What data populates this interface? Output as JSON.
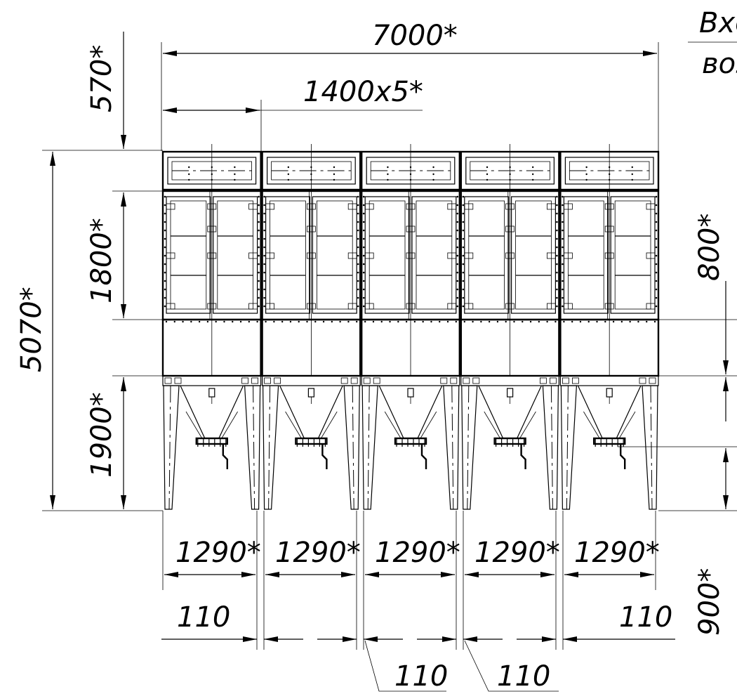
{
  "drawing": {
    "corner_note_top": "Вхо",
    "corner_note_bottom": "воз",
    "dimensions": {
      "overall_width": "7000*",
      "module_pitch": "1400x5*",
      "top_height": "570*",
      "upper_section_height": "1800*",
      "total_height": "5070*",
      "hopper_height": "1900*",
      "right_upper_height": "800*",
      "right_lower_height": "900*",
      "leg_spacing": [
        "1290*",
        "1290*",
        "1290*",
        "1290*",
        "1290*"
      ],
      "gap_left": "110",
      "gap_right": "110",
      "gap_inner_1": "110",
      "gap_inner_2": "110"
    },
    "module_count": 5
  }
}
